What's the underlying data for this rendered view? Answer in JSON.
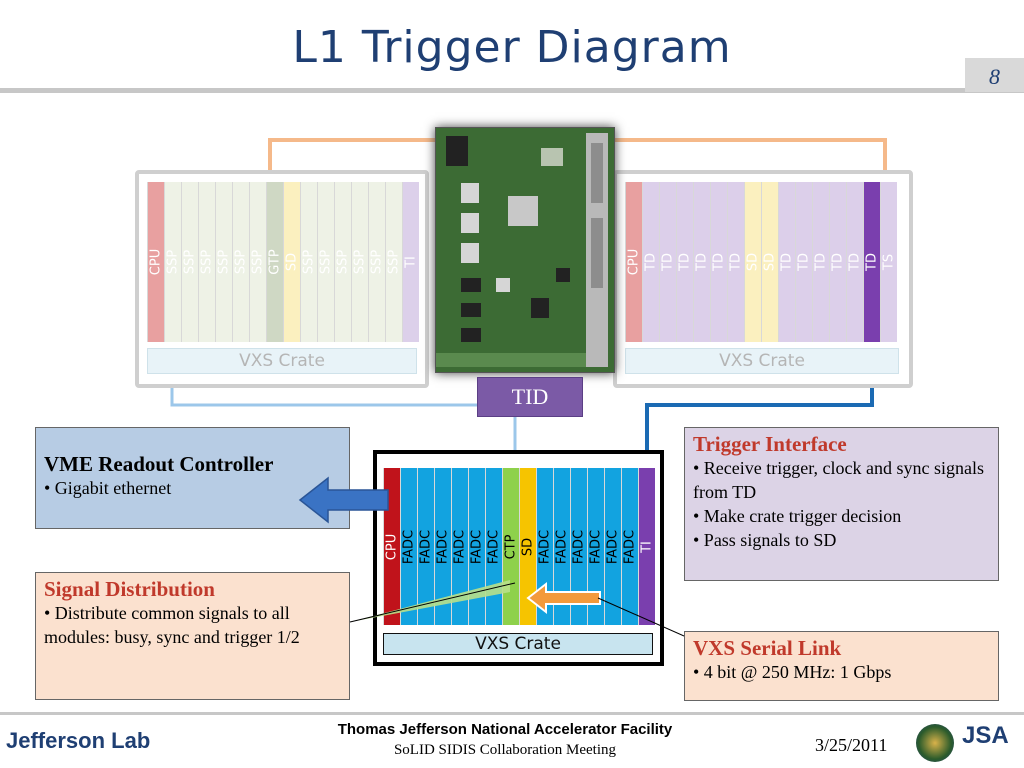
{
  "slide": {
    "title": "L1 Trigger Diagram",
    "page_number": "8"
  },
  "left_crate": {
    "slots": [
      {
        "label": "CPU",
        "color": "#e8a0a0"
      },
      {
        "label": "SSP",
        "color": "#eef2e6"
      },
      {
        "label": "SSP",
        "color": "#eef2e6"
      },
      {
        "label": "SSP",
        "color": "#eef2e6"
      },
      {
        "label": "SSP",
        "color": "#eef2e6"
      },
      {
        "label": "SSP",
        "color": "#eef2e6"
      },
      {
        "label": "SSP",
        "color": "#eef2e6"
      },
      {
        "label": "GTP",
        "color": "#cfd8c4"
      },
      {
        "label": "SD",
        "color": "#fbf0bf"
      },
      {
        "label": "SSP",
        "color": "#eef2e6"
      },
      {
        "label": "SSP",
        "color": "#eef2e6"
      },
      {
        "label": "SSP",
        "color": "#eef2e6"
      },
      {
        "label": "SSP",
        "color": "#eef2e6"
      },
      {
        "label": "SSP",
        "color": "#eef2e6"
      },
      {
        "label": "SSP",
        "color": "#eef2e6"
      },
      {
        "label": "TI",
        "color": "#dcd0ea"
      }
    ],
    "bar_label": "VXS Crate"
  },
  "right_crate": {
    "slots": [
      {
        "label": "CPU",
        "color": "#e8a0a0"
      },
      {
        "label": "TD",
        "color": "#dccfea"
      },
      {
        "label": "TD",
        "color": "#dccfea"
      },
      {
        "label": "TD",
        "color": "#dccfea"
      },
      {
        "label": "TD",
        "color": "#dccfea"
      },
      {
        "label": "TD",
        "color": "#dccfea"
      },
      {
        "label": "TD",
        "color": "#dccfea"
      },
      {
        "label": "SD",
        "color": "#fbf0bf"
      },
      {
        "label": "SD",
        "color": "#fbf0bf"
      },
      {
        "label": "TD",
        "color": "#dccfea"
      },
      {
        "label": "TD",
        "color": "#dccfea"
      },
      {
        "label": "TD",
        "color": "#dccfea"
      },
      {
        "label": "TD",
        "color": "#dccfea"
      },
      {
        "label": "TD",
        "color": "#dccfea"
      },
      {
        "label": "TD",
        "color": "#7a3fae"
      },
      {
        "label": "TS",
        "color": "#dccfea"
      }
    ],
    "bar_label": "VXS Crate"
  },
  "bottom_crate": {
    "slots": [
      {
        "label": "CPU",
        "color": "#c0131b"
      },
      {
        "label": "FADC",
        "color": "#12a3e0"
      },
      {
        "label": "FADC",
        "color": "#12a3e0"
      },
      {
        "label": "FADC",
        "color": "#12a3e0"
      },
      {
        "label": "FADC",
        "color": "#12a3e0"
      },
      {
        "label": "FADC",
        "color": "#12a3e0"
      },
      {
        "label": "FADC",
        "color": "#12a3e0"
      },
      {
        "label": "CTP",
        "color": "#8ed14b"
      },
      {
        "label": "SD",
        "color": "#f6c400"
      },
      {
        "label": "FADC",
        "color": "#12a3e0"
      },
      {
        "label": "FADC",
        "color": "#12a3e0"
      },
      {
        "label": "FADC",
        "color": "#12a3e0"
      },
      {
        "label": "FADC",
        "color": "#12a3e0"
      },
      {
        "label": "FADC",
        "color": "#12a3e0"
      },
      {
        "label": "FADC",
        "color": "#12a3e0"
      },
      {
        "label": "TI",
        "color": "#7a3fae"
      }
    ],
    "bar_label": "VXS Crate"
  },
  "tid_label": "TID",
  "vme_box": {
    "heading": "VME Readout Controller",
    "bullet": "• Gigabit ethernet"
  },
  "trigger_box": {
    "heading": "Trigger Interface",
    "bullets": [
      "• Receive trigger, clock and sync signals from TD",
      "• Make crate trigger decision",
      "• Pass signals to SD"
    ]
  },
  "signal_box": {
    "heading": "Signal Distribution",
    "bullet": "• Distribute common signals to all modules: busy, sync and trigger 1/2"
  },
  "vxs_box": {
    "heading": "VXS Serial Link",
    "bullet": "• 4 bit @ 250 MHz: 1 Gbps"
  },
  "footer": {
    "lab_logo": "Jefferson Lab",
    "facility": "Thomas Jefferson National Accelerator Facility",
    "meeting": "SoLID SIDIS Collaboration Meeting",
    "date": "3/25/2011",
    "jsa_logo": "JSA"
  },
  "colors": {
    "title": "#1f3f73",
    "heading_red": "#c0392b",
    "vme_fill": "#b7cce4",
    "trigger_fill": "#dcd3e6",
    "signal_fill": "#fbe1cf",
    "vxs_fill": "#fbe1cf",
    "tid_fill": "#7b5aa6",
    "orange_line": "#f5b98a",
    "blue_line": "#1b6ab3"
  }
}
